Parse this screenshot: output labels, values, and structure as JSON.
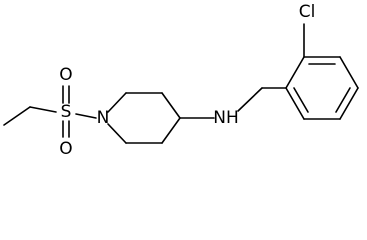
{
  "molecule": {
    "atoms": {
      "chlorine": "Cl",
      "sulfur": "S",
      "oxygen_top": "O",
      "oxygen_bottom": "O",
      "ring_nitrogen": "N",
      "amine": "NH"
    }
  }
}
